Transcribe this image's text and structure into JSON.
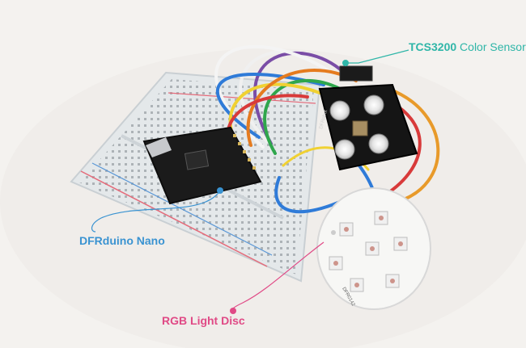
{
  "callouts": {
    "sensor": {
      "prefix": "TCS3200",
      "suffix": " Color Sensor",
      "color": "#2fb6a8"
    },
    "nano": {
      "text": "DFRduino Nano",
      "color": "#3a93d1"
    },
    "disc": {
      "prefix": "RGB",
      "suffix": " Light Disc",
      "color": "#e04a86"
    }
  },
  "board_marks": {
    "sensor_pcb": "DFRobot",
    "disc_pcb": "DFR0142"
  },
  "colors": {
    "background": "#f3f1ee",
    "breadboard": "#e9ecee",
    "nano_pcb": "#1b1b1b",
    "sensor_pcb": "#151515",
    "disc_pcb": "#f7f7f5"
  }
}
